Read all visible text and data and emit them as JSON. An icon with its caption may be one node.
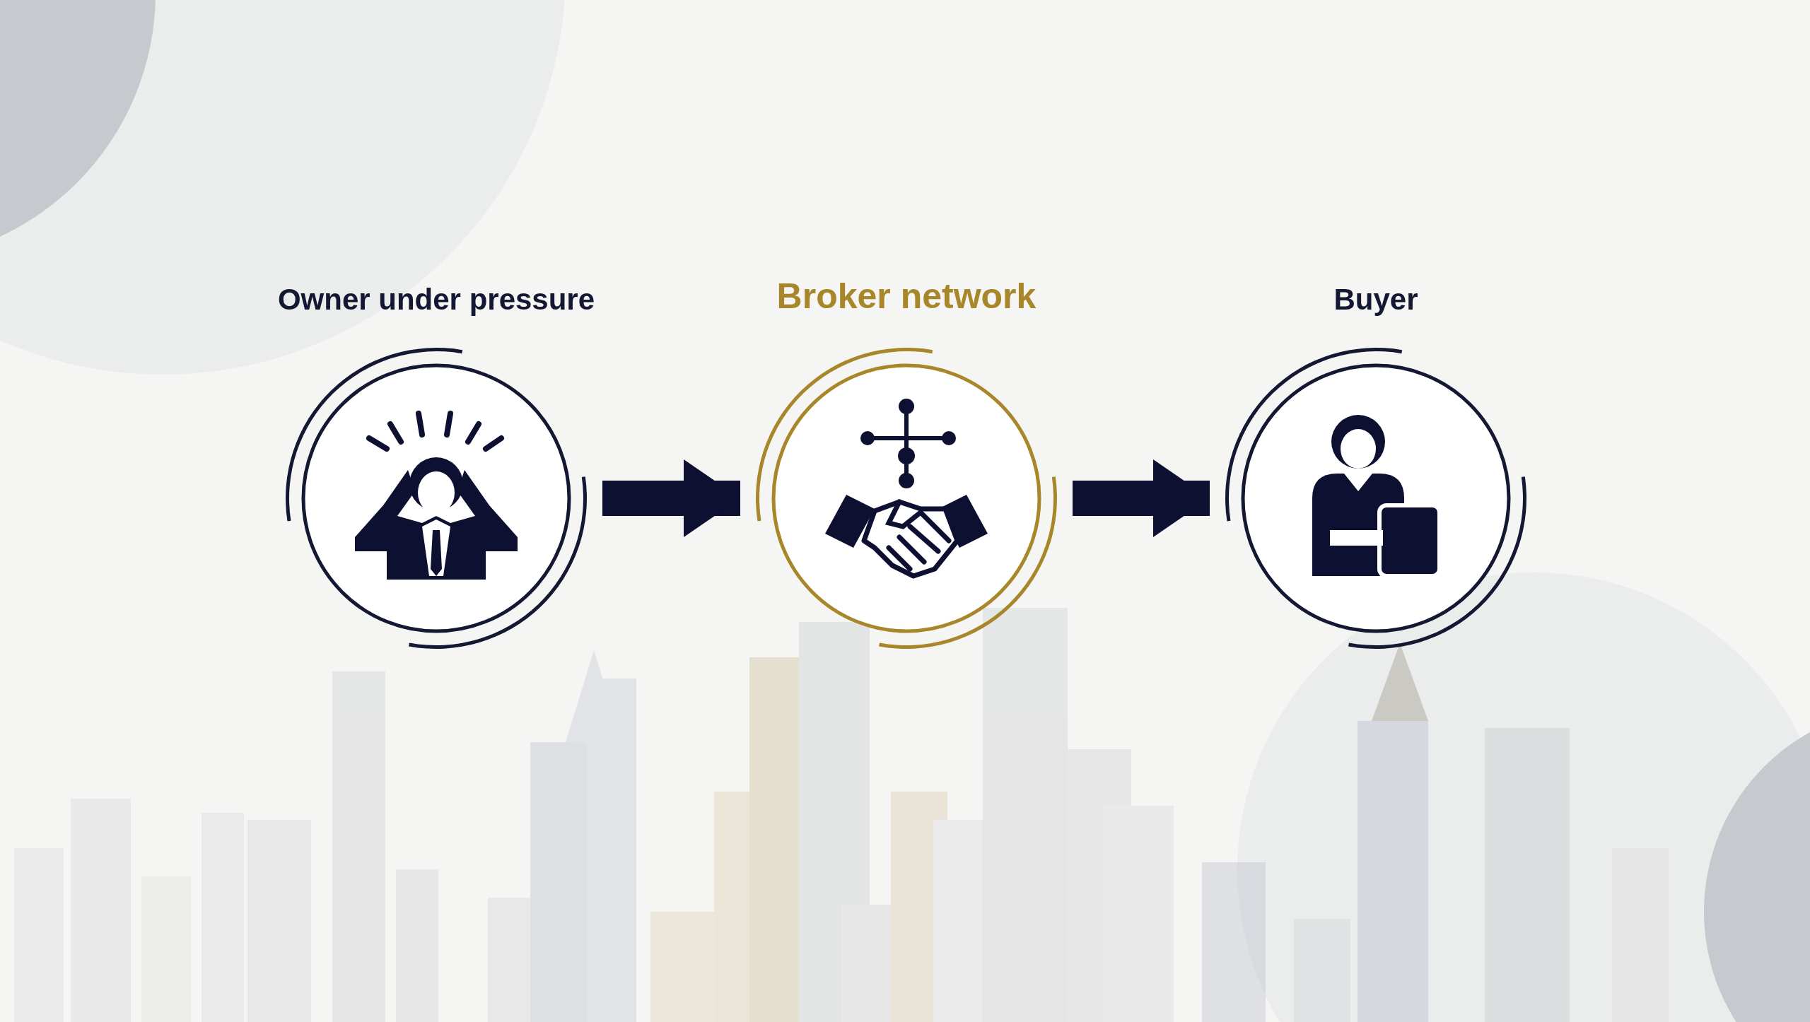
{
  "diagram": {
    "nodes": [
      {
        "text": [
          "Owner under pressure"
        ]
      },
      {
        "text": [
          "Broker network"
        ]
      },
      {
        "text": [
          "Buyer"
        ]
      }
    ],
    "edges": [
      {
        "from": 0,
        "to": 1,
        "arrow": "to"
      },
      {
        "from": 1,
        "to": 2,
        "arrow": "to"
      }
    ]
  }
}
